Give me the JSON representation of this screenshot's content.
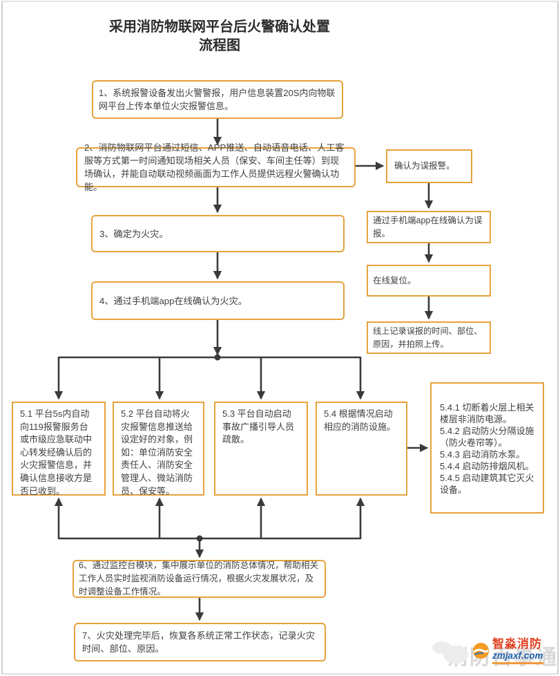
{
  "title": {
    "line1": "采用消防物联网平台后火警确认处置",
    "line2": "流程图"
  },
  "colors": {
    "box_border": "#e6a23c",
    "arrow": "#3a3a3a"
  },
  "boxes": {
    "step1": "1、系统报警设备发出火警警报，用户信息装置20S内向物联网平台上传本单位火灾报警信息。",
    "step2": "2、消防物联网平台通过短信、APP推送、自动语音电话、人工客服等方式第一时间通知现场相关人员（保安、车间主任等）到现场确认，并能自动联动视频画面为工作人员提供远程火警确认功能。",
    "false_alarm": "确认为误报警。",
    "app_confirm_false": "通过手机端app在线确认为误报。",
    "online_reset": "在线复位。",
    "record_false": "线上记录误报的时间、部位、原因，并拍照上传。",
    "step3": "3、确定为火灾。",
    "step4": "4、通过手机端app在线确认为火灾。",
    "step5_1": "5.1 平台5s内自动向119报警服务台或市级应急联动中心转发经确认后的火灾报警信息，并确认信息接收方是否已收到。",
    "step5_2": "5.2 平台自动将火灾报警信息推送给设定好的对象，例如：单位消防安全责任人、消防安全管理人、微站消防员、保安等。",
    "step5_3": "5.3 平台自动启动事故广播引导人员疏散。",
    "step5_4": "5.4 根据情况启动相应的消防设施。",
    "step5_4_detail": "5.4.1 切断着火层上相关楼层非消防电源。\n5.4.2 启动防火分隔设施（防火卷帘等）。\n5.4.3 启动消防水泵。\n5.4.4 启动防排烟风机。\n5.4.5 启动建筑其它灭火设备。",
    "step6": "6、通过监控台模块，集中展示单位的消防总体情况，帮助相关工作人员实时监视消防设备运行情况，根据火灾发展状况，及时调整设备工作情况。",
    "step7": "7、火灾处理完毕后，恢复各系统正常工作状态，记录火灾时间、部位、原因。"
  },
  "footer": {
    "brand": "智淼消防",
    "url": "zmjaxf.com",
    "watermark": "消防百事通"
  }
}
